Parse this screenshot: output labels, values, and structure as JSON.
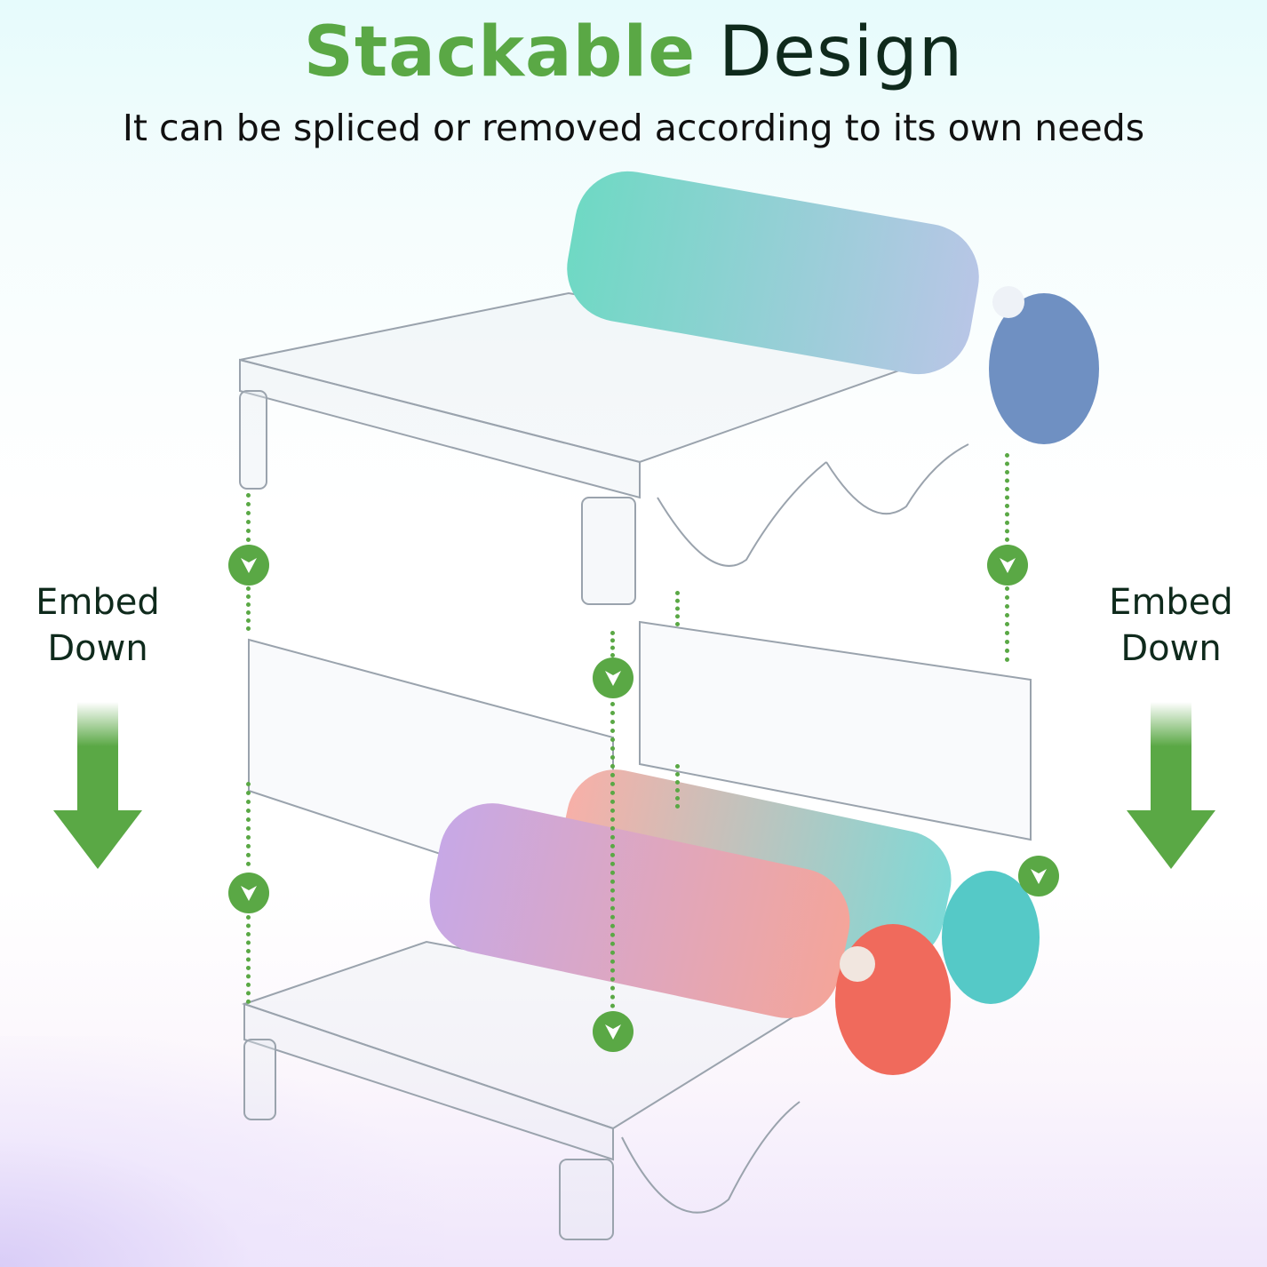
{
  "header": {
    "title_highlight": "Stackable",
    "title_rest": "Design",
    "subtitle": "It can be spliced or removed according to its own needs"
  },
  "labels": {
    "left": {
      "line1": "Embed",
      "line2": "Down"
    },
    "right": {
      "line1": "Embed",
      "line2": "Down"
    }
  },
  "icons": {
    "arrow": "down-arrow-icon",
    "check": "chevron-down-circle-icon"
  },
  "colors": {
    "accent_green": "#5aa845",
    "dark_text": "#0f2a1c"
  }
}
